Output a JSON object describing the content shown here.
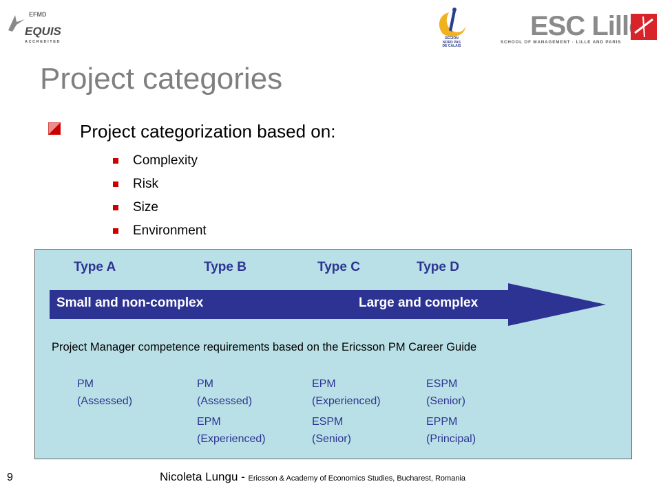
{
  "logos": {
    "equis": {
      "efmd": "EFMD",
      "word": "EQUIS",
      "accredited": "ACCREDITED"
    },
    "region": {
      "text": "RÉGION NORD PAS DE CALAIS"
    },
    "esc": {
      "word": "ESC Lille",
      "subtitle": "SCHOOL OF MANAGEMENT · LILLE AND PARIS"
    }
  },
  "title": "Project categories",
  "bullet": {
    "text": "Project categorization based on:",
    "items": [
      "Complexity",
      "Risk",
      "Size",
      "Environment"
    ]
  },
  "panel": {
    "types": [
      "Type A",
      "Type B",
      "Type C",
      "Type D"
    ],
    "arrow_left": "Small and non-complex",
    "arrow_right": "Large and complex",
    "caption": "Project Manager competence requirements based on the Ericsson PM Career Guide",
    "roles": {
      "col_a": [
        "PM",
        "(Assessed)"
      ],
      "col_b_row1": [
        "PM",
        "(Assessed)"
      ],
      "col_b_row2": [
        "EPM",
        "(Experienced)"
      ],
      "col_c_row1": [
        "EPM",
        "(Experienced)"
      ],
      "col_c_row2": [
        "ESPM",
        "(Senior)"
      ],
      "col_d_row1": [
        "ESPM",
        "(Senior)"
      ],
      "col_d_row2": [
        "EPPM",
        "(Principal)"
      ]
    }
  },
  "footer": {
    "page_number": "9",
    "author": "Nicoleta Lungu - ",
    "affiliation": "Ericsson & Academy of Economics Studies, Bucharest, Romania"
  },
  "colors": {
    "accent_red": "#cc0000",
    "navy": "#2d3393",
    "panel_bg": "#b9e0e6",
    "title_gray": "#7f7f7f"
  }
}
